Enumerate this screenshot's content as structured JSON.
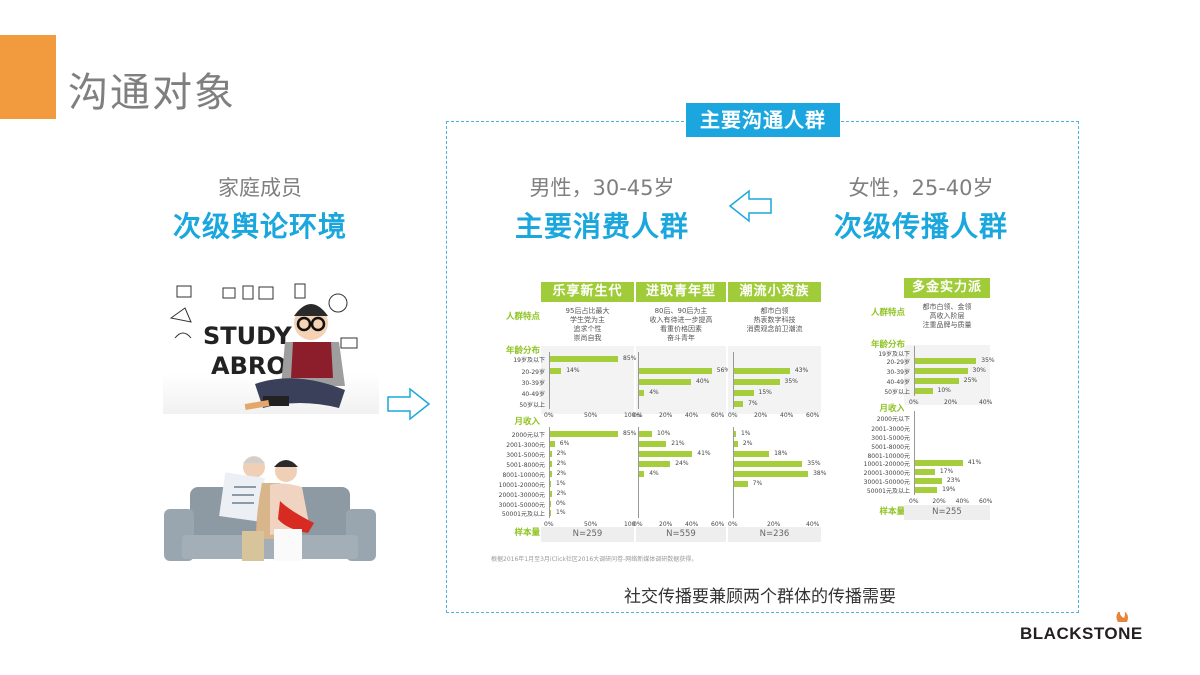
{
  "page": {
    "title": "沟通对象",
    "accent_color": "#f19a3e",
    "highlight_color": "#1aa7de",
    "bar_color": "#a6cd3b"
  },
  "left": {
    "subtitle": "家庭成员",
    "heading": "次级舆论环境",
    "images": [
      "study-abroad-kid-photo",
      "elderly-couple-on-sofa-photo"
    ]
  },
  "target_group": {
    "label": "主要沟通人群",
    "primary": {
      "subtitle": "男性，30-45岁",
      "heading": "主要消费人群"
    },
    "secondary": {
      "subtitle": "女性，25-40岁",
      "heading": "次级传播人群"
    }
  },
  "table": {
    "row_labels": {
      "traits": "人群特点",
      "age": "年龄分布",
      "income": "月收入",
      "sample": "样本量"
    },
    "age_categories": [
      "19岁及以下",
      "20-29岁",
      "30-39岁",
      "40-49岁",
      "50岁以上"
    ],
    "income_categories": [
      "2000元以下",
      "2001-3000元",
      "3001-5000元",
      "5001-8000元",
      "8001-10000元",
      "10001-20000元",
      "20001-30000元",
      "30001-50000元",
      "50001元及以上"
    ],
    "segments": [
      {
        "name": "乐享新生代",
        "traits": [
          "95后占比最大",
          "学生党为主",
          "追求个性",
          "崇尚自我"
        ],
        "age_ticks": [
          "0%",
          "50%",
          "100%"
        ],
        "age_max": 100,
        "income_ticks": [
          "0%",
          "50%",
          "100%"
        ],
        "income_max": 100,
        "sample": "N=259"
      },
      {
        "name": "进取青年型",
        "traits": [
          "80后、90后为主",
          "收入有待进一步提高",
          "看重价格因素",
          "奋斗青年"
        ],
        "age_ticks": [
          "0%",
          "20%",
          "40%",
          "60%"
        ],
        "age_max": 60,
        "income_ticks": [
          "0%",
          "20%",
          "40%",
          "60%"
        ],
        "income_max": 60,
        "sample": "N=559"
      },
      {
        "name": "潮流小资族",
        "traits": [
          "都市白领",
          "热衷数字科技",
          "消费观念前卫潮流"
        ],
        "age_ticks": [
          "0%",
          "20%",
          "40%",
          "60%"
        ],
        "age_max": 60,
        "income_ticks": [
          "0%",
          "20%",
          "40%"
        ],
        "income_max": 40,
        "sample": "N=236"
      },
      {
        "name": "多金实力派",
        "traits": [
          "都市白领、金领",
          "高收入阶层",
          "注重品牌与质量"
        ],
        "age_ticks": [
          "0%",
          "20%",
          "40%"
        ],
        "age_max": 40,
        "income_ticks": [
          "0%",
          "20%",
          "40%",
          "60%"
        ],
        "income_max": 60,
        "sample": "N=255"
      }
    ],
    "source": "根据2016年1月至3月iClick社区2016大调研问卷-网络新媒体调研数据获得。"
  },
  "chart_data": [
    {
      "type": "bar",
      "title": "乐享新生代 - 年龄分布",
      "categories": [
        "19岁及以下",
        "20-29岁",
        "30-39岁",
        "40-49岁",
        "50岁以上"
      ],
      "values": [
        85,
        14,
        null,
        null,
        null
      ],
      "labels": [
        "85%",
        "14%",
        "",
        "",
        ""
      ],
      "xlim": [
        0,
        100
      ],
      "orientation": "horizontal"
    },
    {
      "type": "bar",
      "title": "进取青年型 - 年龄分布",
      "categories": [
        "19岁及以下",
        "20-29岁",
        "30-39岁",
        "40-49岁",
        "50岁以上"
      ],
      "values": [
        null,
        56,
        40,
        4,
        null
      ],
      "labels": [
        "",
        "56%",
        "40%",
        "4%",
        ""
      ],
      "xlim": [
        0,
        60
      ],
      "orientation": "horizontal"
    },
    {
      "type": "bar",
      "title": "潮流小资族 - 年龄分布",
      "categories": [
        "19岁及以下",
        "20-29岁",
        "30-39岁",
        "40-49岁",
        "50岁以上"
      ],
      "values": [
        null,
        43,
        35,
        15,
        7
      ],
      "labels": [
        "",
        "43%",
        "35%",
        "15%",
        "7%"
      ],
      "xlim": [
        0,
        60
      ],
      "orientation": "horizontal"
    },
    {
      "type": "bar",
      "title": "多金实力派 - 年龄分布",
      "categories": [
        "19岁及以下",
        "20-29岁",
        "30-39岁",
        "40-49岁",
        "50岁以上"
      ],
      "values": [
        null,
        35,
        30,
        25,
        10
      ],
      "labels": [
        "",
        "35%",
        "30%",
        "25%",
        "10%"
      ],
      "xlim": [
        0,
        40
      ],
      "orientation": "horizontal"
    },
    {
      "type": "bar",
      "title": "乐享新生代 - 月收入",
      "categories": [
        "2000元以下",
        "2001-3000元",
        "3001-5000元",
        "5001-8000元",
        "8001-10000元",
        "10001-20000元",
        "20001-30000元",
        "30001-50000元",
        "50001元及以上"
      ],
      "values": [
        85,
        6,
        2,
        2,
        2,
        1,
        2,
        0,
        1
      ],
      "labels": [
        "85%",
        "6%",
        "2%",
        "2%",
        "2%",
        "1%",
        "2%",
        "0%",
        "1%"
      ],
      "xlim": [
        0,
        100
      ],
      "orientation": "horizontal"
    },
    {
      "type": "bar",
      "title": "进取青年型 - 月收入",
      "categories": [
        "2000元以下",
        "2001-3000元",
        "3001-5000元",
        "5001-8000元",
        "8001-10000元",
        "10001-20000元",
        "20001-30000元",
        "30001-50000元",
        "50001元及以上"
      ],
      "values": [
        10,
        21,
        41,
        24,
        4,
        null,
        null,
        null,
        null
      ],
      "labels": [
        "10%",
        "21%",
        "41%",
        "24%",
        "4%",
        "",
        "",
        "",
        ""
      ],
      "xlim": [
        0,
        60
      ],
      "orientation": "horizontal"
    },
    {
      "type": "bar",
      "title": "潮流小资族 - 月收入",
      "categories": [
        "2000元以下",
        "2001-3000元",
        "3001-5000元",
        "5001-8000元",
        "8001-10000元",
        "10001-20000元",
        "20001-30000元",
        "30001-50000元",
        "50001元及以上"
      ],
      "values": [
        1,
        2,
        18,
        35,
        38,
        7,
        null,
        null,
        null
      ],
      "labels": [
        "1%",
        "2%",
        "18%",
        "35%",
        "38%",
        "7%",
        "",
        "",
        ""
      ],
      "xlim": [
        0,
        40
      ],
      "orientation": "horizontal"
    },
    {
      "type": "bar",
      "title": "多金实力派 - 月收入",
      "categories": [
        "2000元以下",
        "2001-3000元",
        "3001-5000元",
        "5001-8000元",
        "8001-10000元",
        "10001-20000元",
        "20001-30000元",
        "30001-50000元",
        "50001元及以上"
      ],
      "values": [
        null,
        null,
        null,
        null,
        null,
        41,
        17,
        23,
        19
      ],
      "labels": [
        "",
        "",
        "",
        "",
        "",
        "41%",
        "17%",
        "23%",
        "19%"
      ],
      "xlim": [
        0,
        60
      ],
      "orientation": "horizontal"
    }
  ],
  "bottom_note": "社交传播要兼顾两个群体的传播需要",
  "logo": {
    "text": "BLACKSTONE",
    "flame_color": "#e8843a"
  }
}
